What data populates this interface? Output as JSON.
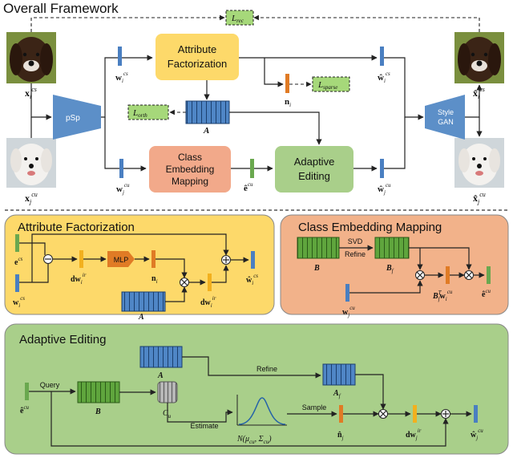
{
  "colors": {
    "vec_blue": "#4a7fc1",
    "vec_green": "#6aa84f",
    "vec_orange": "#e07b25",
    "vec_yellow": "#f2b01e",
    "pSp_blue": "#5c8fc8",
    "attr_panel": "#fdd96a",
    "cem_panel": "#f2b28a",
    "ae_panel": "#a9cf8a",
    "loss_green": "#a6d87a",
    "matrix_blue": "#4f86c6",
    "matrix_green": "#5fa53d",
    "matrix_gray": "#b7b7b7"
  },
  "overall": {
    "title": "Overall Framework",
    "x_cs": "x",
    "x_cs_sub": "i",
    "x_cs_sup": "cs",
    "x_cu": "x",
    "x_cu_sub": "j",
    "x_cu_sup": "cu",
    "xhat_cs": "x̂",
    "xhat_cs_sub": "i",
    "xhat_cs_sup": "cs",
    "xhat_cu": "x̂",
    "xhat_cu_sub": "j",
    "xhat_cu_sup": "cu",
    "psp": "pSp",
    "stylegan_1": "Style",
    "stylegan_2": "GAN",
    "attr_fact_1": "Attribute",
    "attr_fact_2": "Factorization",
    "cem_1": "Class",
    "cem_2": "Embedding",
    "cem_3": "Mapping",
    "adaptive_1": "Adaptive",
    "adaptive_2": "Editing",
    "l_rec": "L",
    "l_rec_sub": "rec",
    "l_sparse": "L",
    "l_sparse_sub": "sparse",
    "l_orth": "L",
    "l_orth_sub": "orth",
    "A": "A",
    "w_cs": "w",
    "w_cs_sub": "i",
    "w_cs_sup": "cs",
    "w_cu": "w",
    "w_cu_sub": "j",
    "w_cu_sup": "cu",
    "what_cs": "ŵ",
    "what_cs_sub": "i",
    "what_cs_sup": "cs",
    "what_cu": "ŵ",
    "what_cu_sub": "j",
    "what_cu_sup": "cu",
    "n_i": "n",
    "n_i_sub": "i",
    "e_cu": "ê",
    "e_cu_sup": "cu"
  },
  "attr_panel": {
    "title": "Attribute Factorization",
    "e_cs": "e",
    "e_cs_sup": "cs",
    "w_cs": "w",
    "w_cs_sub": "i",
    "w_cs_sup": "cs",
    "dw": "dw",
    "dw_sub": "i",
    "dw_sup": "ir",
    "mlp": "MLP",
    "n_i": "n",
    "n_i_sub": "i",
    "A": "A",
    "dw_hat": "dw",
    "dw_hat_sub": "i",
    "dw_hat_sup": "ir",
    "what": "ŵ",
    "what_sub": "i",
    "what_sup": "cs"
  },
  "cem_panel": {
    "title": "Class Embedding Mapping",
    "B": "B",
    "svd": "SVD",
    "refine": "Refine",
    "Bf": "B",
    "Bf_sub": "f",
    "bfw": "B",
    "bfw_sup": "T",
    "bfw_sub": "f",
    "bfw_w": "w",
    "bfw_w_sub": "i",
    "bfw_w_sup": "cu",
    "w_cu": "w",
    "w_cu_sub": "j",
    "w_cu_sup": "cu",
    "e_cu": "ê",
    "e_cu_sup": "cu"
  },
  "ae_panel": {
    "title": "Adaptive Editing",
    "e_cu": "ê",
    "e_cu_sup": "cu",
    "query": "Query",
    "B": "B",
    "C_u": "C",
    "C_u_sub": "u",
    "A": "A",
    "refine": "Refine",
    "A_f": "A",
    "A_f_sub": "f",
    "estimate": "Estimate",
    "normal": "N(μ",
    "normal_sub1": "cu",
    "normal_mid": ", Σ",
    "normal_sub2": "cu",
    "normal_end": ")",
    "sample": "Sample",
    "n_j": "n̂",
    "n_j_sub": "j",
    "dw_hat": "dw",
    "dw_hat_sub": "j",
    "dw_hat_sup": "ir",
    "what": "ŵ",
    "what_sub": "j",
    "what_sup": "cu"
  }
}
